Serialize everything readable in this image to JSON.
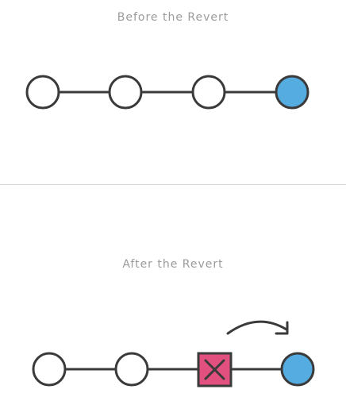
{
  "before": {
    "title": "Before the Revert",
    "commits": [
      "empty",
      "empty",
      "empty",
      "head"
    ]
  },
  "after": {
    "title": "After the Revert",
    "commits": [
      "empty",
      "empty",
      "reverted",
      "head"
    ]
  },
  "colors": {
    "title_text": "#9b9b9b",
    "divider": "#d4d4d4",
    "stroke": "#3a3a3a",
    "head_fill": "#55ace1",
    "reverted_fill": "#e2507f",
    "node_fill": "#ffffff"
  },
  "icons": {
    "reverted": "x-mark-icon",
    "redirect": "curved-arrow-icon"
  }
}
